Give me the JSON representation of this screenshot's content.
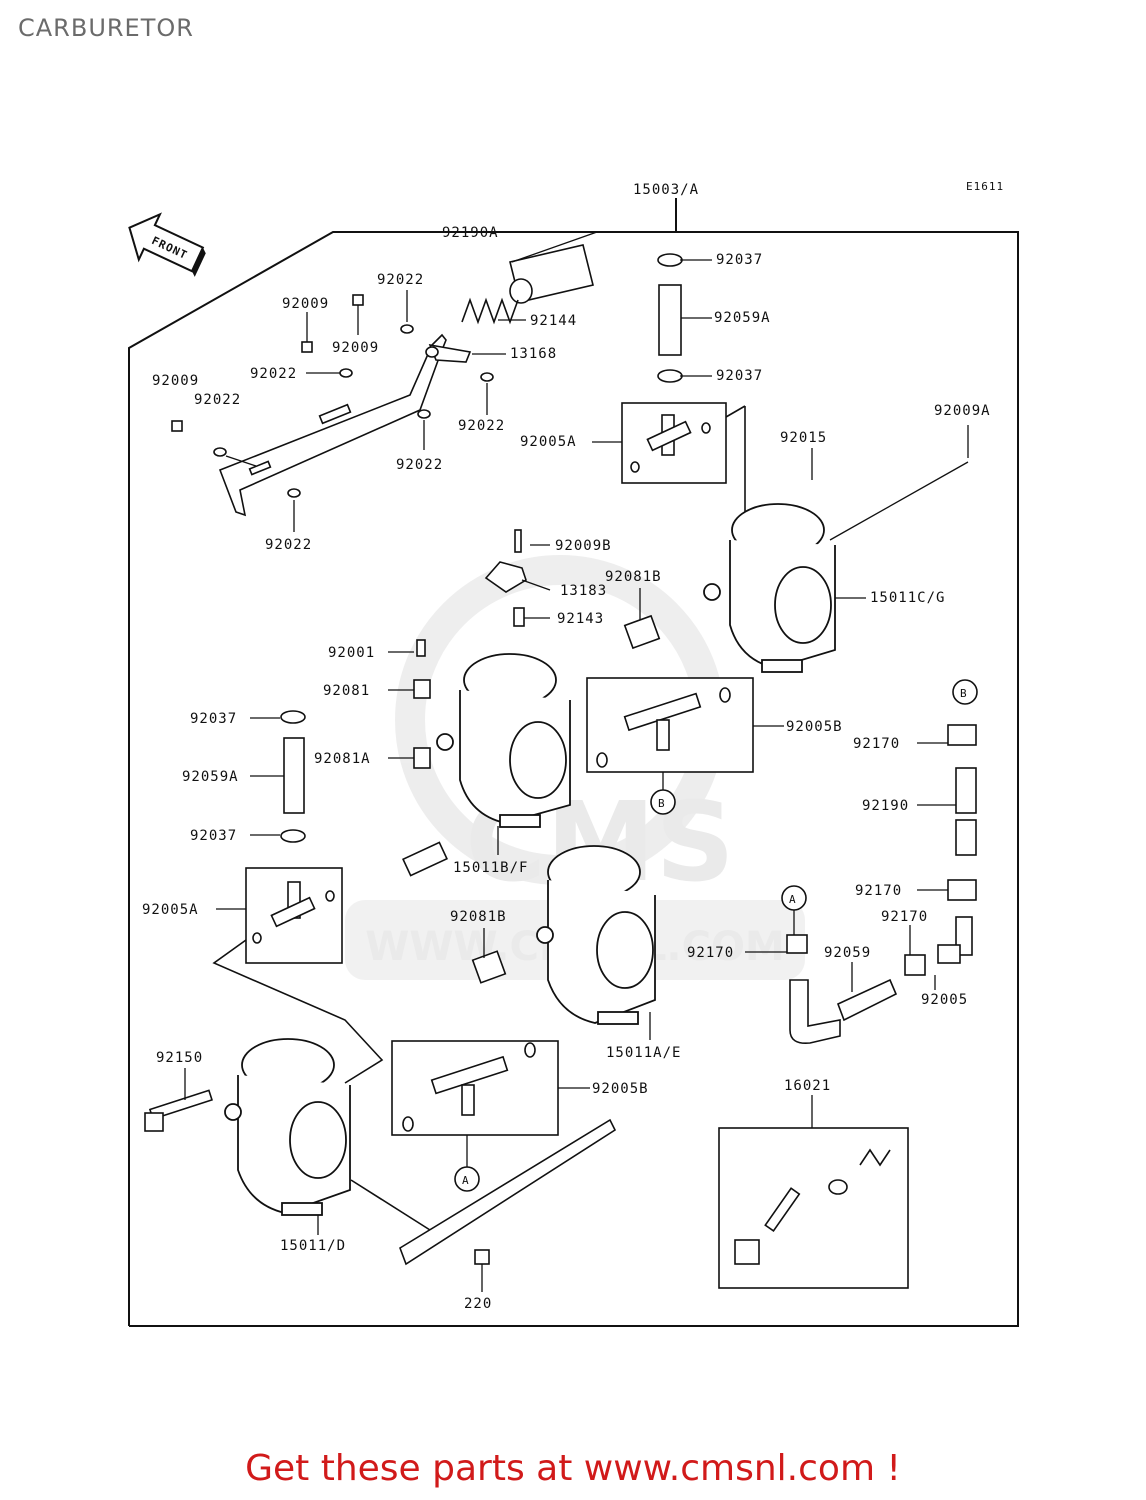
{
  "page": {
    "title": "CARBURETOR",
    "footer": "Get these parts at www.cmsnl.com !"
  },
  "diagram": {
    "code": "E1611",
    "front_label": "FRONT",
    "watermark": "CMS  WWW.CMSNL.COM",
    "assembly_label": "15003/A",
    "parts": {
      "p92190A": "92190A",
      "p92144": "92144",
      "p92022a": "92022",
      "p92009a": "92009",
      "p92009b": "92009",
      "p13168": "13168",
      "p92009c": "92009",
      "p92022b": "92022",
      "p92022c": "92022",
      "p92022d": "92022",
      "p92022e": "92022",
      "p92022f": "92022",
      "p92037a": "92037",
      "p92059Aa": "92059A",
      "p92037b": "92037",
      "p92005Aa": "92005A",
      "p92015": "92015",
      "p92009A": "92009A",
      "p15011CG": "15011C/G",
      "p92009B": "92009B",
      "p13183": "13183",
      "p92143": "92143",
      "p92081Ba": "92081B",
      "p92001": "92001",
      "p92081": "92081",
      "p92081A": "92081A",
      "p92037c": "92037",
      "p92059Ab": "92059A",
      "p92037d": "92037",
      "p92005Ab": "92005A",
      "p92005Ba": "92005B",
      "p15011BF": "15011B/F",
      "p92081Bb": "92081B",
      "p92170a": "92170",
      "p92190": "92190",
      "p92170b": "92170",
      "p92170c": "92170",
      "p92170d": "92170",
      "p92005": "92005",
      "p92059": "92059",
      "p15011AE": "15011A/E",
      "p92150": "92150",
      "p92005Bb": "92005B",
      "p16021": "16021",
      "p15011D": "15011/D",
      "p220": "220",
      "refA": "A",
      "refB": "B"
    }
  }
}
